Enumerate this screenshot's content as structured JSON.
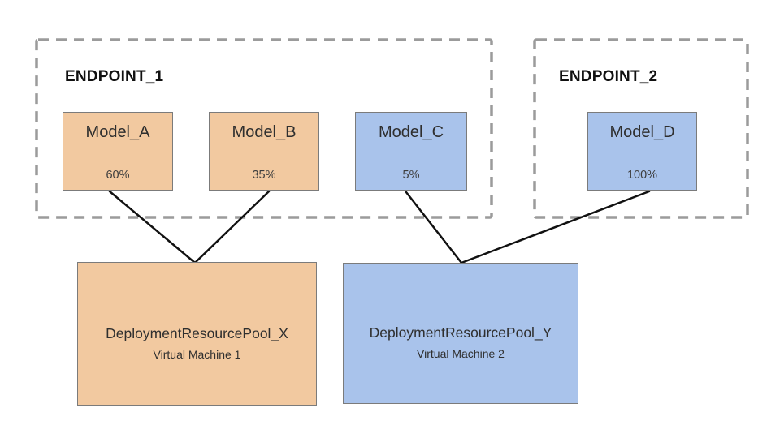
{
  "diagram": {
    "endpoints": [
      {
        "label": "ENDPOINT_1",
        "models": [
          {
            "name": "Model_A",
            "traffic": "60%"
          },
          {
            "name": "Model_B",
            "traffic": "35%"
          },
          {
            "name": "Model_C",
            "traffic": "5%"
          }
        ]
      },
      {
        "label": "ENDPOINT_2",
        "models": [
          {
            "name": "Model_D",
            "traffic": "100%"
          }
        ]
      }
    ],
    "pools": [
      {
        "name": "DeploymentResourcePool_X",
        "machine": "Virtual Machine 1"
      },
      {
        "name": "DeploymentResourcePool_Y",
        "machine": "Virtual Machine 2"
      }
    ],
    "connections": [
      {
        "from": "Model_A",
        "to": "DeploymentResourcePool_X"
      },
      {
        "from": "Model_B",
        "to": "DeploymentResourcePool_X"
      },
      {
        "from": "Model_C",
        "to": "DeploymentResourcePool_Y"
      },
      {
        "from": "Model_D",
        "to": "DeploymentResourcePool_Y"
      }
    ],
    "colors": {
      "model_orange": "#f2c9a0",
      "model_blue": "#a9c3eb",
      "box_border": "#7b7b7b",
      "dashed_border": "#9b9b9b",
      "connector_line": "#111111",
      "text": "#2f2f2f"
    }
  }
}
